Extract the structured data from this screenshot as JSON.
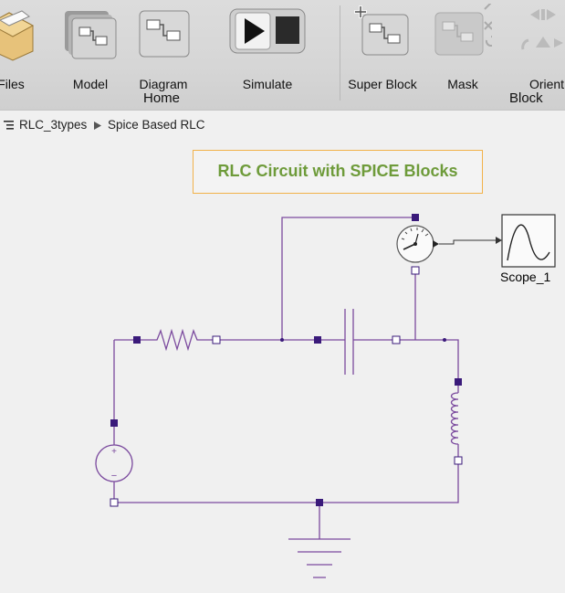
{
  "toolbar": {
    "files_label": "Files",
    "model_label": "Model",
    "diagram_label": "Diagram",
    "simulate_label": "Simulate",
    "super_block_label": "Super Block",
    "mask_label": "Mask",
    "orient_label": "Orient",
    "home_group": "Home",
    "block_group": "Block"
  },
  "breadcrumb": {
    "item1": "RLC_3types",
    "item2": "Spice Based RLC"
  },
  "diagram": {
    "title": "RLC Circuit with SPICE Blocks",
    "scope_label": "Scope_1",
    "source_plus": "+",
    "source_minus": "−"
  },
  "colors": {
    "wire": "#7b4a9e",
    "port_filled": "#3a1a7a",
    "title_text": "#6e9b3a",
    "title_border": "#f2b24a"
  }
}
